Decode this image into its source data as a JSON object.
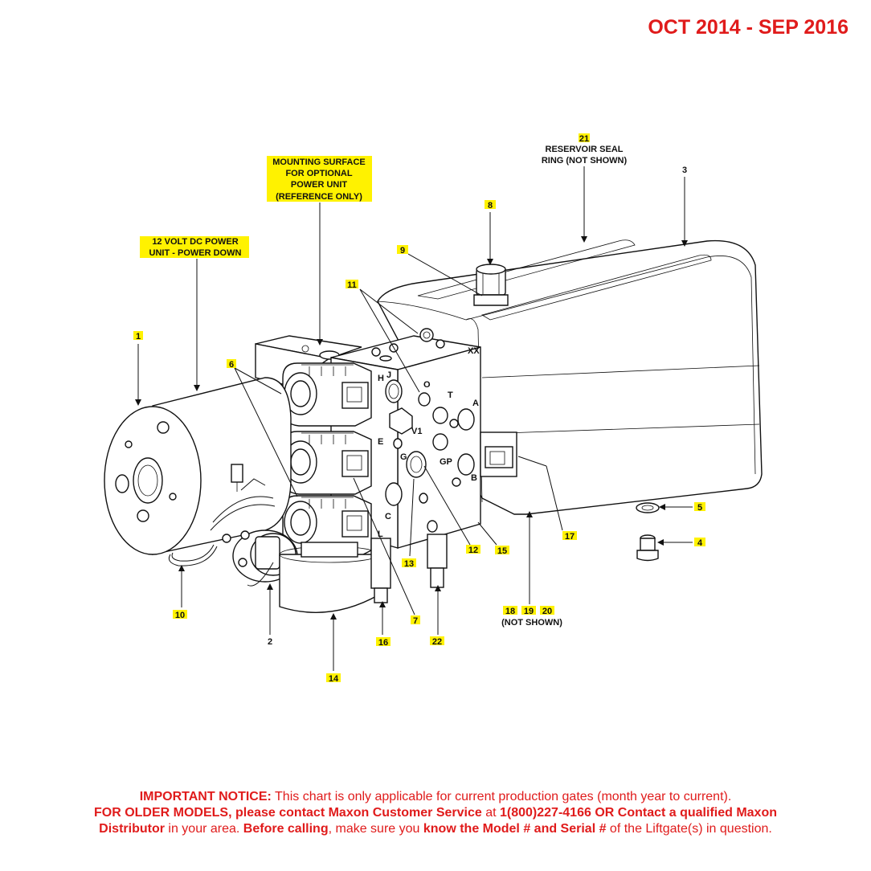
{
  "date_range": "OCT 2014 - SEP 2016",
  "callouts": {
    "c21": "21",
    "c21_desc1": "RESERVOIR SEAL",
    "c21_desc2": "RING (NOT SHOWN)",
    "c3": "3",
    "mount1": "MOUNTING SURFACE",
    "mount2": "FOR OPTIONAL",
    "mount3": "POWER UNIT",
    "mount4": "(REFERENCE ONLY)",
    "c8": "8",
    "unit1": "12 VOLT DC POWER",
    "unit2": "UNIT - POWER DOWN",
    "c9": "9",
    "c11": "11",
    "c1": "1",
    "c6": "6",
    "c5": "5",
    "c4": "4",
    "c17": "17",
    "c12": "12",
    "c15": "15",
    "c13": "13",
    "c10": "10",
    "c18": "18",
    "c19": "19",
    "c20": "20",
    "not_shown": "(NOT SHOWN)",
    "c7": "7",
    "c2": "2",
    "c16": "16",
    "c22": "22",
    "c14": "14"
  },
  "port_letters": {
    "h": "H",
    "j": "J",
    "o": "O",
    "t": "T",
    "a": "A",
    "v1": "V1",
    "e": "E",
    "g": "G",
    "gp": "GP",
    "b": "B",
    "c": "C",
    "l": "L",
    "xx": "XX"
  },
  "notice": {
    "line1_bold": "IMPORTANT NOTICE:",
    "line1_rest": " This chart is only applicable for current production gates (month year to current).",
    "line2_bold1": "FOR OLDER MODELS, please contact Maxon Customer Service",
    "line2_mid": " at ",
    "line2_bold2": "1(800)227-4166 OR Contact a qualified Maxon",
    "line3_bold1": "Distributor",
    "line3_mid1": " in your area. ",
    "line3_bold2": "Before calling",
    "line3_mid2": ", make sure you ",
    "line3_bold3": "know the Model # and Serial #",
    "line3_end": " of the Liftgate(s) in question."
  }
}
